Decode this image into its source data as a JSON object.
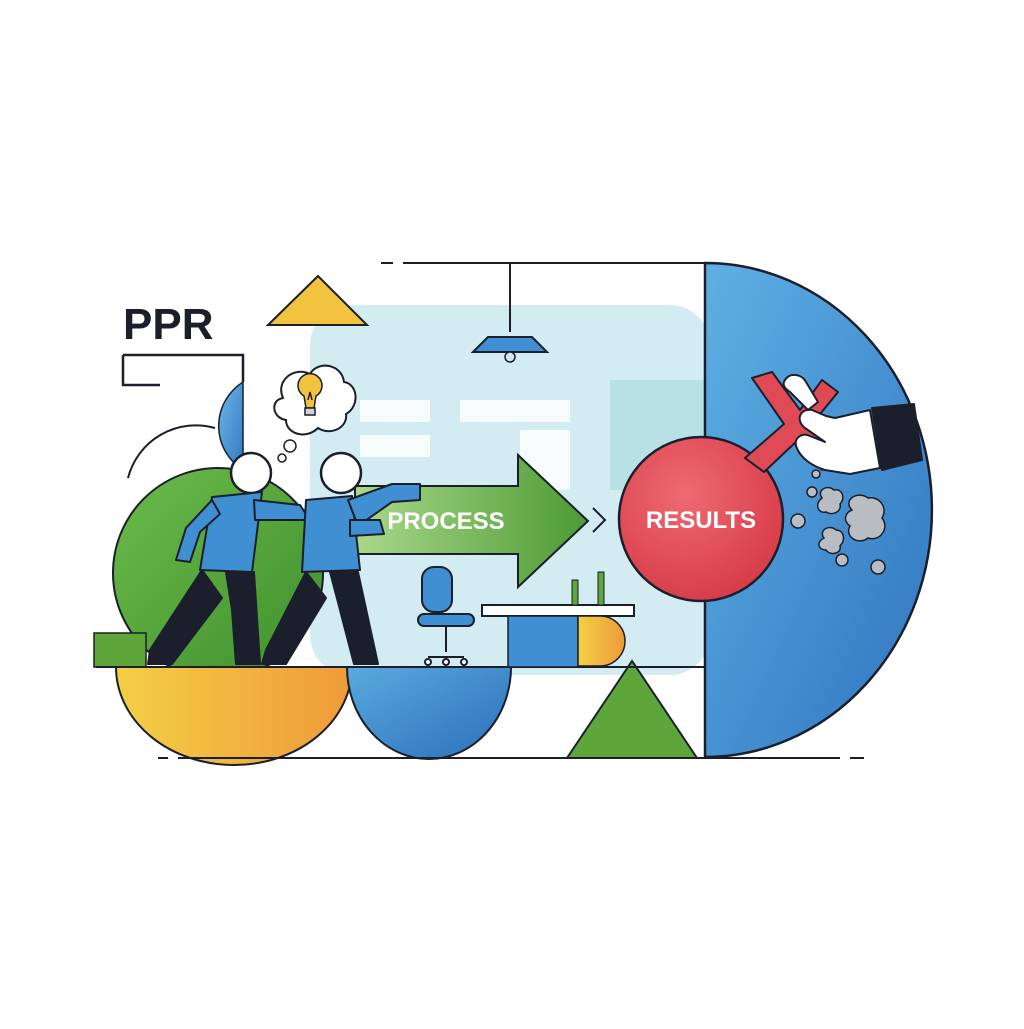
{
  "heading": {
    "text": "PPR"
  },
  "arrow": {
    "label": "PROCESS"
  },
  "result": {
    "label": "RESULTS"
  },
  "colors": {
    "ink": "#1a1f2b",
    "blue": "#3f8fd2",
    "blue_dark": "#2c6fb8",
    "green": "#5ea63a",
    "yellow": "#f1c33f",
    "orange": "#ee9a3a",
    "red": "#e04a55",
    "light_teal": "#cfe9ee",
    "gray": "#b9bcc1"
  },
  "icons": [
    "lightbulb-icon",
    "thought-bubble-icon",
    "x-mark-icon",
    "hand-icon",
    "office-chair-icon",
    "ceiling-lamp-icon"
  ]
}
